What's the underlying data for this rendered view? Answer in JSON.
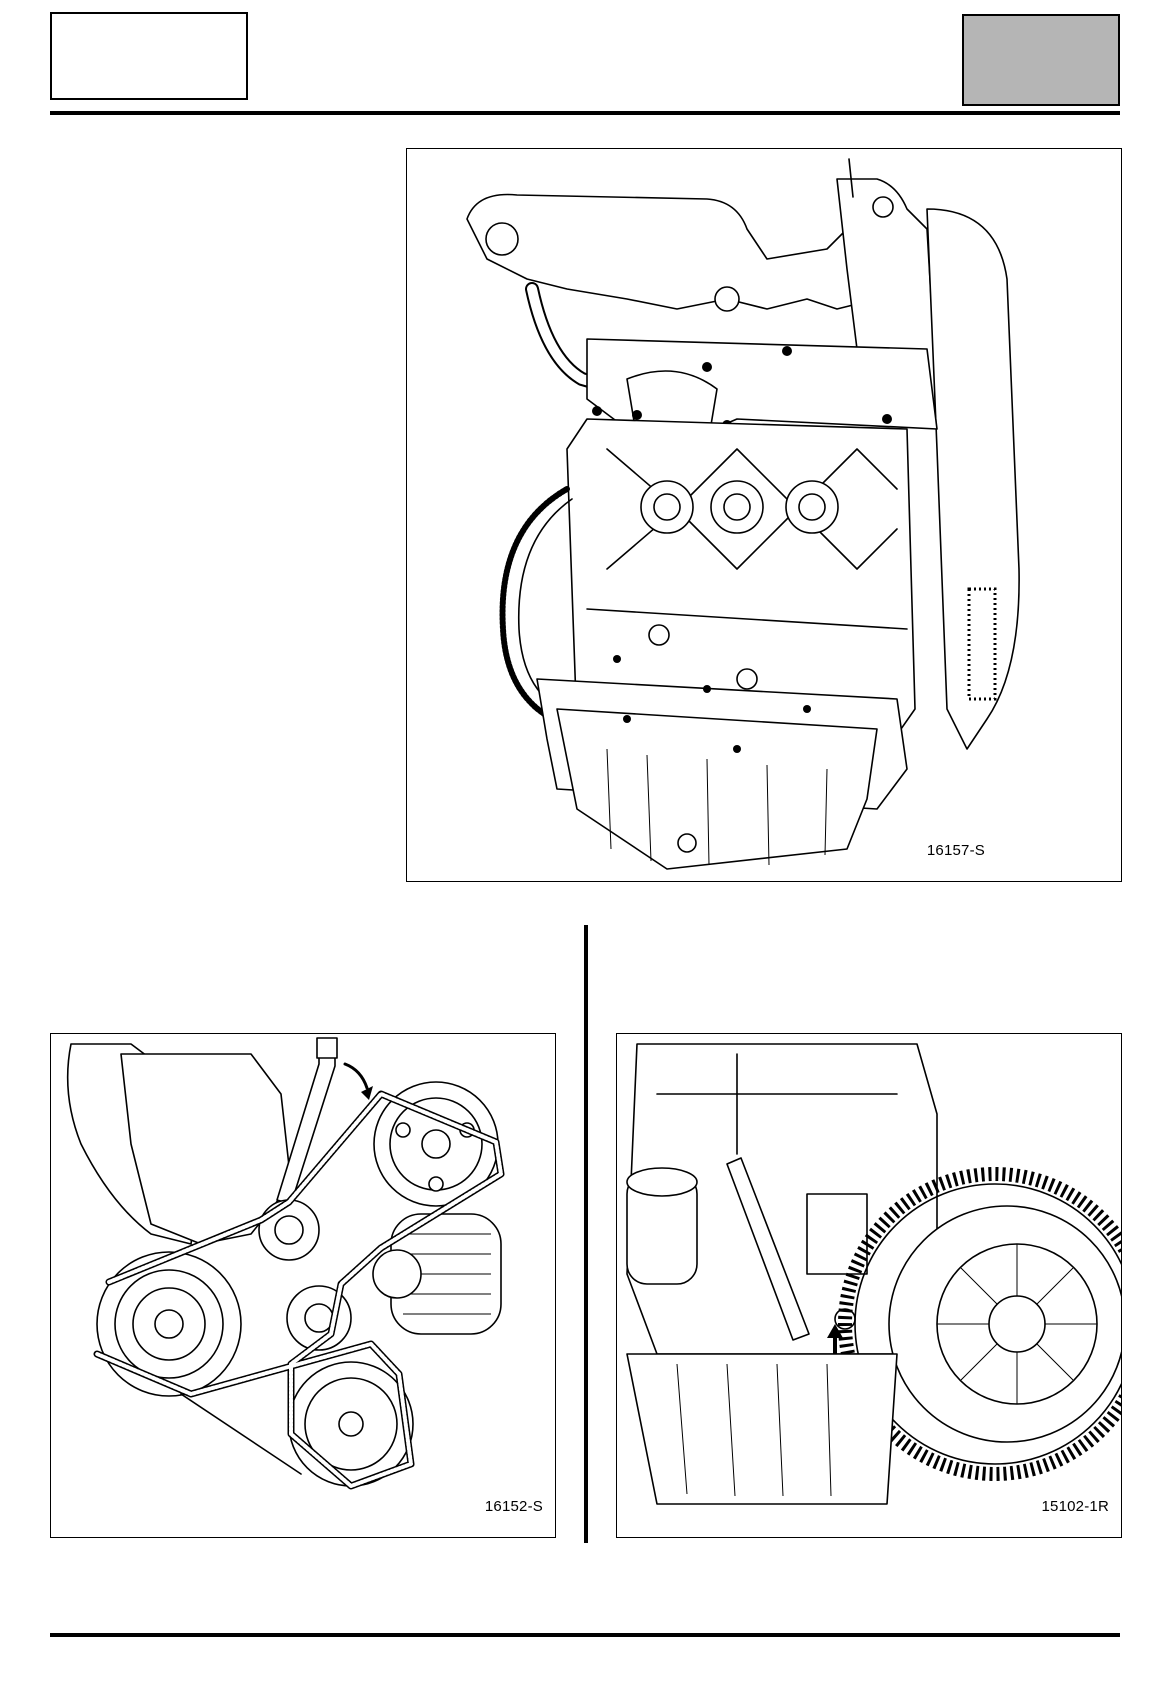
{
  "header": {
    "left_box_text": "",
    "right_box_text": ""
  },
  "figures": [
    {
      "id": "engine-overview",
      "label": "16157-S",
      "icon": "engine-block-illustration"
    },
    {
      "id": "accessory-belt",
      "label": "16152-S",
      "icon": "accessory-belt-tensioner-illustration"
    },
    {
      "id": "flywheel-clutch",
      "label": "15102-1R",
      "icon": "flywheel-clutch-illustration"
    }
  ]
}
